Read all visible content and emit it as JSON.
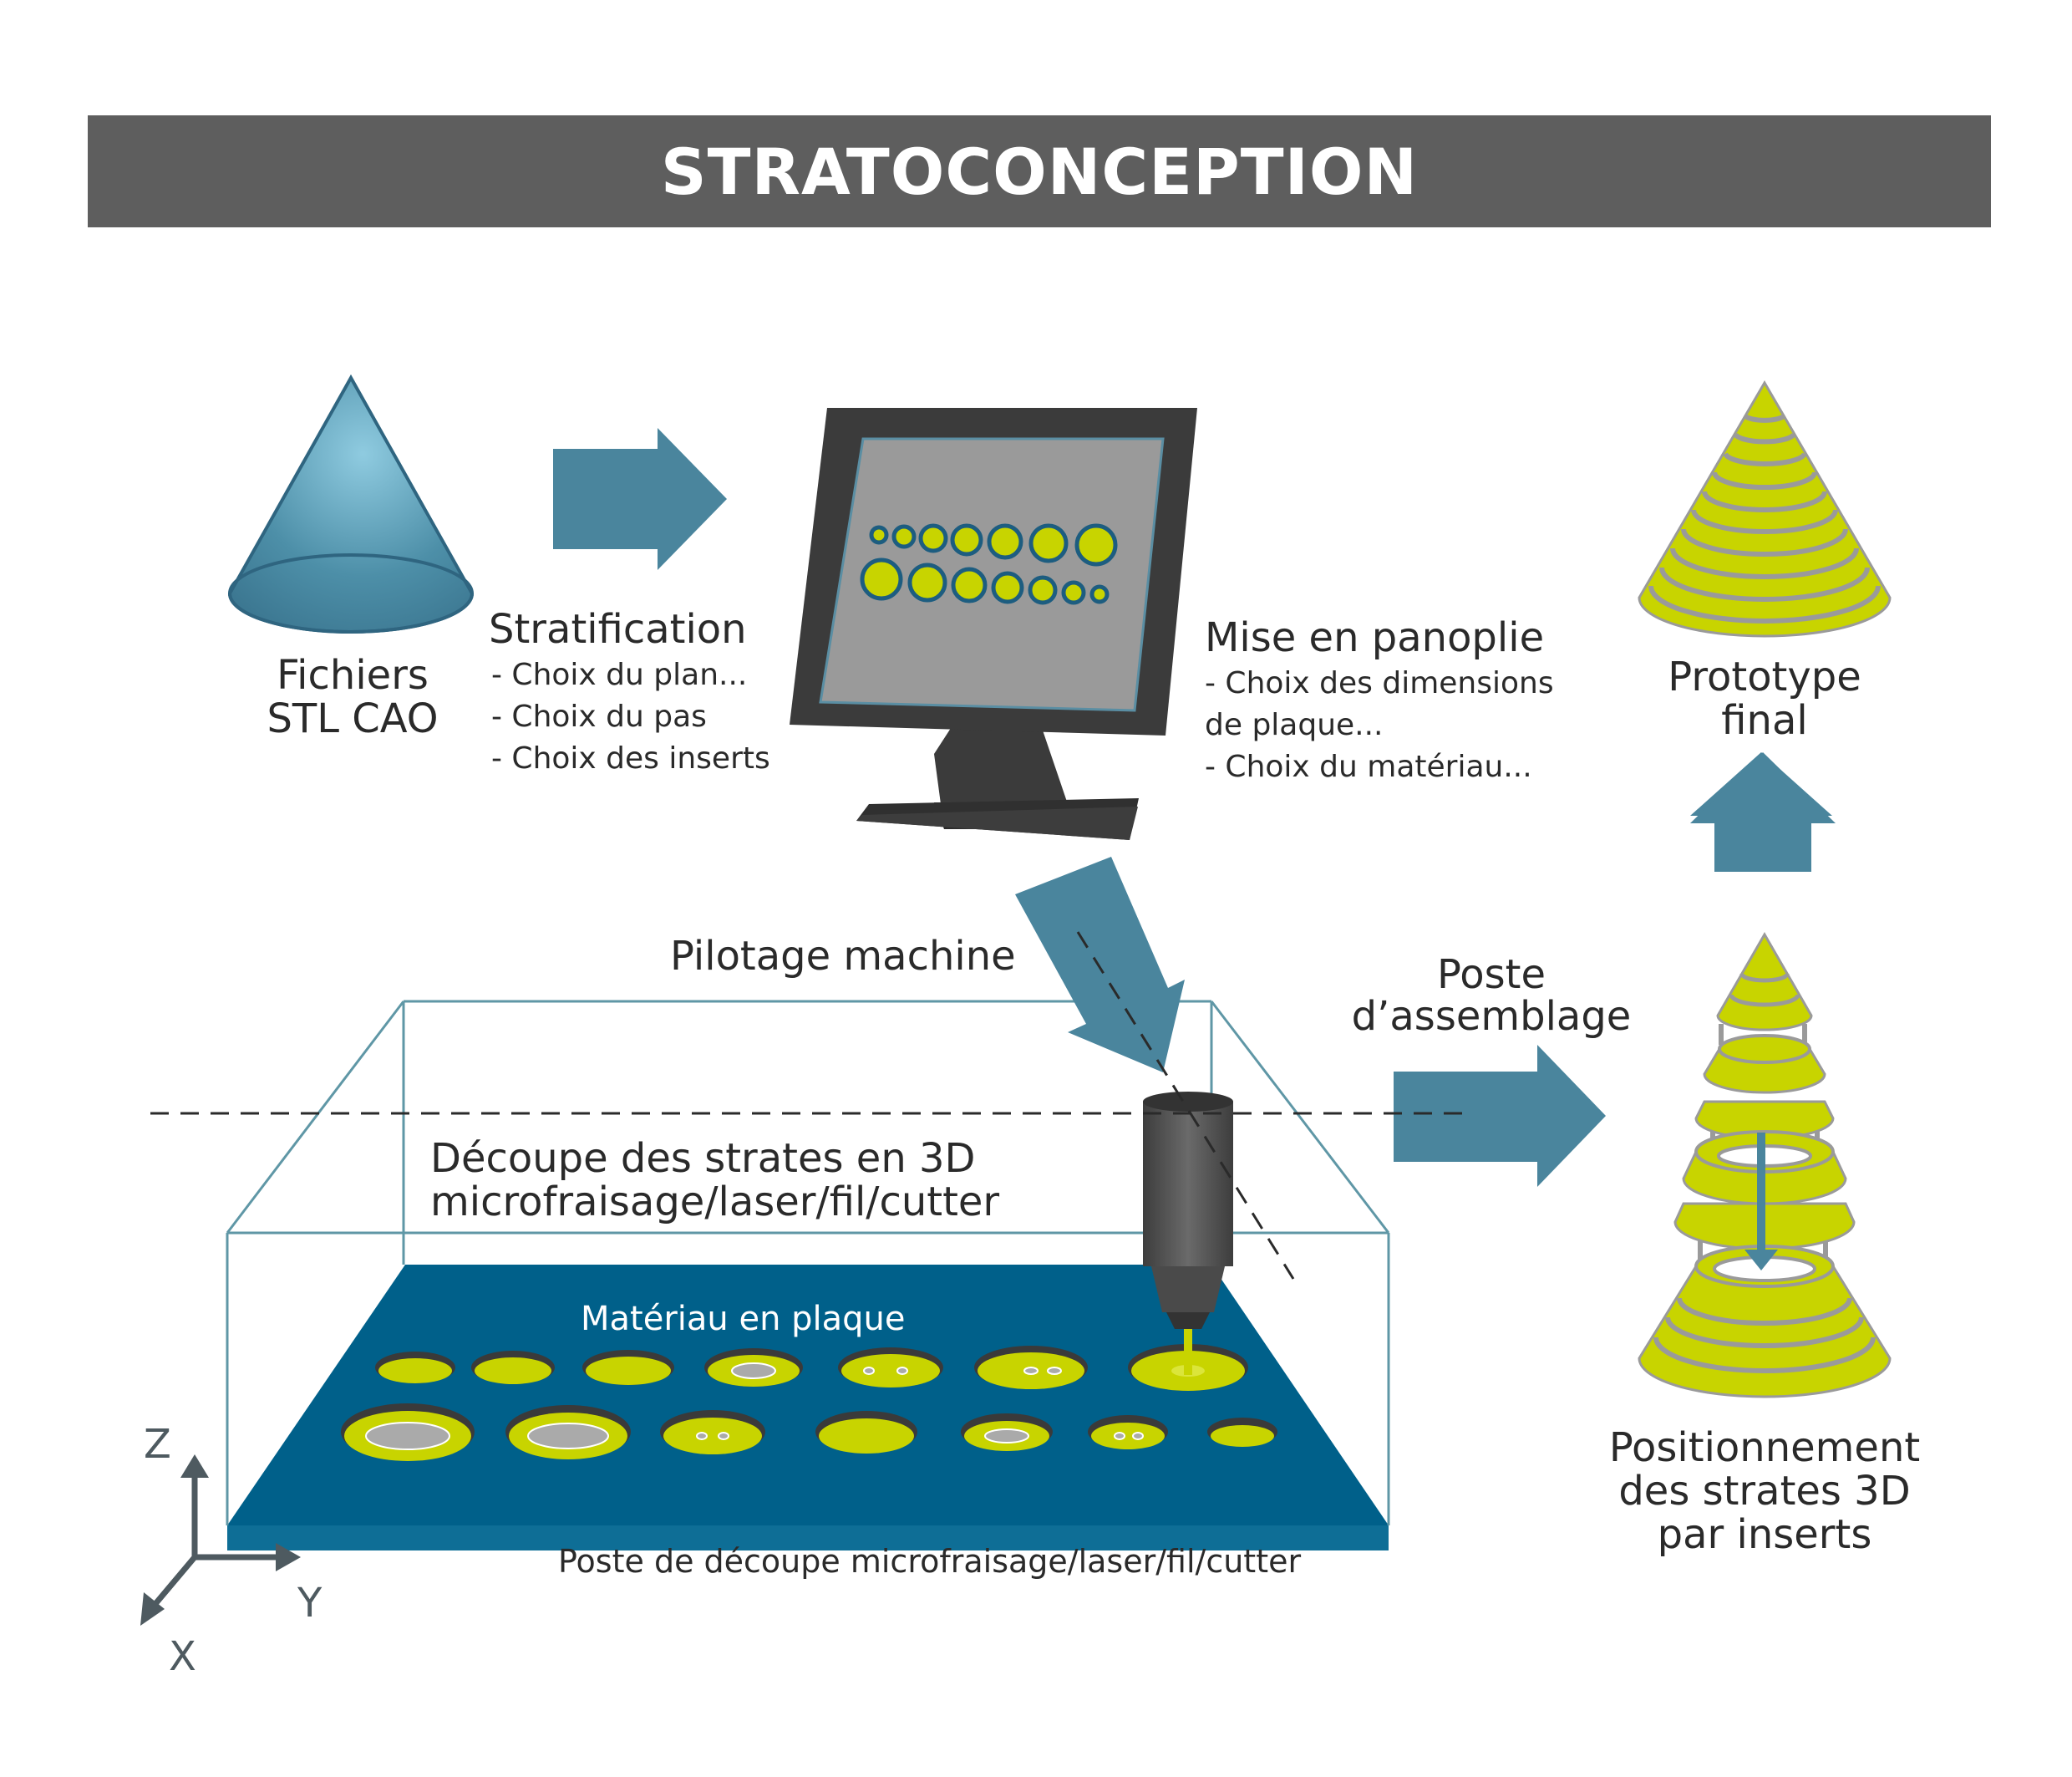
{
  "title": "STRATOCONCEPTION",
  "labels": {
    "fichiers": "Fichiers",
    "stl": "STL CAO",
    "stratification": "Stratification",
    "strat_items": [
      "- Choix du plan...",
      "- Choix du pas",
      "- Choix des inserts"
    ],
    "panoplie": "Mise en panoplie",
    "panoplie_items": [
      "- Choix des dimensions",
      "de plaque...",
      "- Choix du matériau..."
    ],
    "prototype": "Prototype",
    "final": "final",
    "pilotage": "Pilotage machine",
    "poste1": "Poste",
    "poste2": "d’assemblage",
    "decoupe1": "Découpe des strates en 3D",
    "decoupe2": "microfraisage/laser/fil/cutter",
    "materiau": "Matériau en plaque",
    "poste_decoupe": "Poste de découpe microfraisage/laser/fil/cutter",
    "positionnement": [
      "Positionnement",
      "des strates 3D",
      "par inserts"
    ],
    "axis_z": "Z",
    "axis_y": "Y",
    "axis_x": "X"
  },
  "colors": {
    "title_bar": "#5e5e5e",
    "arrow": "#4a859d",
    "plate": "#00608a",
    "strata": "#c8d400",
    "monitor_frame": "#3b3b3b",
    "monitor_screen": "#9a9a9a",
    "enclosure": "#5f97a6",
    "tool": "#555555"
  },
  "icons": [
    "cone-icon",
    "monitor-icon",
    "layered-cone-icon",
    "exploded-cone-icon",
    "machine-tool-icon",
    "axis-icon"
  ]
}
